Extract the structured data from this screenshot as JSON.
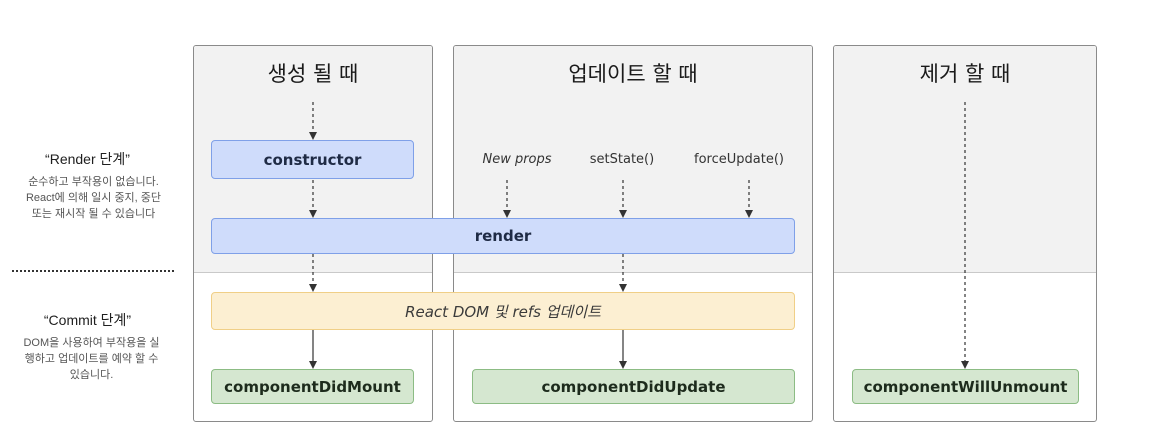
{
  "phases": {
    "mount": "생성 될 때",
    "update": "업데이트 할 때",
    "unmount": "제거 할 때"
  },
  "side": {
    "render_title": "“Render 단계”",
    "render_desc": "순수하고 부작용이 없습니다. React에 의해 일시 중지, 중단 또는 재시작 될 수 있습니다",
    "commit_title": "“Commit 단계”",
    "commit_desc": "DOM을 사용하여 부작용을 실행하고 업데이트를 예약 할 수 있습니다."
  },
  "triggers": {
    "new_props": "New props",
    "set_state": "setState()",
    "force_update": "forceUpdate()"
  },
  "boxes": {
    "constructor": "constructor",
    "render": "render",
    "react_dom": "React DOM 및 refs 업데이트",
    "did_mount": "componentDidMount",
    "did_update": "componentDidUpdate",
    "will_unmount": "componentWillUnmount"
  },
  "colors": {
    "render_phase_bg": "#f2f2f2",
    "blue_box": "#cfdcfb",
    "yellow_box": "#fcefd2",
    "green_box": "#d5e7d0"
  }
}
